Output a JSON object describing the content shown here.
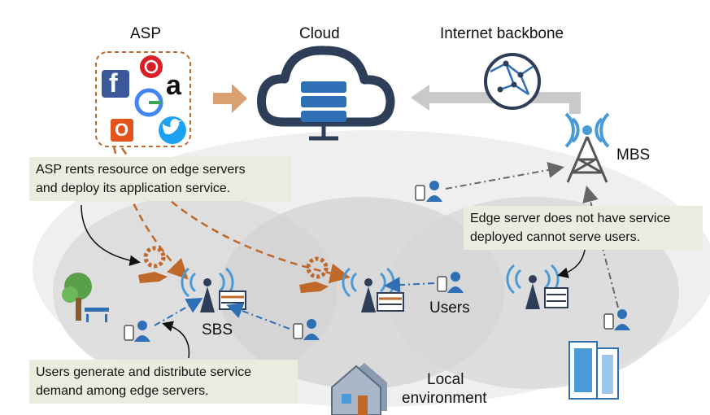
{
  "labels": {
    "asp": "ASP",
    "cloud": "Cloud",
    "backbone": "Internet backbone",
    "mbs": "MBS",
    "sbs": "SBS",
    "users": "Users",
    "local_line1": "Local",
    "local_line2": "environment"
  },
  "notes": {
    "asp_rent_line1": "ASP rents resource on edge servers",
    "asp_rent_line2": "and deploy its application service.",
    "no_service_line1": "Edge server does not have service",
    "no_service_line2": "deployed cannot serve users.",
    "users_line1": "Users generate and distribute service",
    "users_line2": "demand among edge servers."
  },
  "asp_logos": {
    "facebook": "f",
    "amazon": "a",
    "google": "G",
    "office": "O"
  },
  "colors": {
    "accent_orange": "#c0672a",
    "user_blue": "#2f6fb5",
    "cloud_navy": "#2e3e58",
    "note_bg": "#e8ede0",
    "region_gray": "#d9d9d9"
  }
}
